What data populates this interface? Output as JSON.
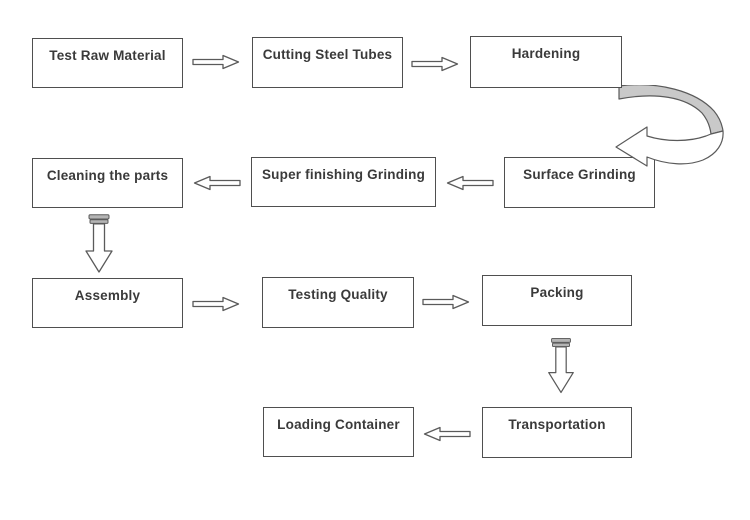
{
  "flowchart": {
    "nodes": [
      {
        "id": "test-raw-material",
        "label": "Test Raw Material"
      },
      {
        "id": "cutting-steel-tubes",
        "label": "Cutting Steel Tubes"
      },
      {
        "id": "hardening",
        "label": "Hardening"
      },
      {
        "id": "surface-grinding",
        "label": "Surface Grinding"
      },
      {
        "id": "super-finishing-grinding",
        "label": "Super finishing Grinding"
      },
      {
        "id": "cleaning-the-parts",
        "label": "Cleaning the parts"
      },
      {
        "id": "assembly",
        "label": "Assembly"
      },
      {
        "id": "testing-quality",
        "label": "Testing Quality"
      },
      {
        "id": "packing",
        "label": "Packing"
      },
      {
        "id": "transportation",
        "label": "Transportation"
      },
      {
        "id": "loading-container",
        "label": "Loading Container"
      }
    ],
    "connectors": [
      {
        "from": "Test Raw Material",
        "to": "Cutting Steel Tubes",
        "style": "hollow-block-arrow",
        "direction": "right"
      },
      {
        "from": "Cutting Steel Tubes",
        "to": "Hardening",
        "style": "hollow-block-arrow",
        "direction": "right"
      },
      {
        "from": "Hardening",
        "to": "Surface Grinding",
        "style": "curved-ribbon-arrow",
        "direction": "down-left"
      },
      {
        "from": "Surface Grinding",
        "to": "Super finishing Grinding",
        "style": "hollow-block-arrow",
        "direction": "left"
      },
      {
        "from": "Super finishing Grinding",
        "to": "Cleaning the parts",
        "style": "hollow-block-arrow",
        "direction": "left"
      },
      {
        "from": "Cleaning the parts",
        "to": "Assembly",
        "style": "ribbed-down-arrow",
        "direction": "down"
      },
      {
        "from": "Assembly",
        "to": "Testing Quality",
        "style": "hollow-block-arrow",
        "direction": "right"
      },
      {
        "from": "Testing Quality",
        "to": "Packing",
        "style": "hollow-block-arrow",
        "direction": "right"
      },
      {
        "from": "Packing",
        "to": "Transportation",
        "style": "ribbed-down-arrow",
        "direction": "down"
      },
      {
        "from": "Transportation",
        "to": "Loading Container",
        "style": "hollow-block-arrow",
        "direction": "left"
      }
    ],
    "colors": {
      "background": "#ffffff",
      "box_border": "#4f4f4f",
      "text": "#3a3a3a",
      "arrow_outline": "#5a5a5a",
      "arrow_fill": "#ffffff",
      "ribbon_top_fill": "#c9c9c9",
      "cap_fill": "#b4b4b4"
    }
  }
}
